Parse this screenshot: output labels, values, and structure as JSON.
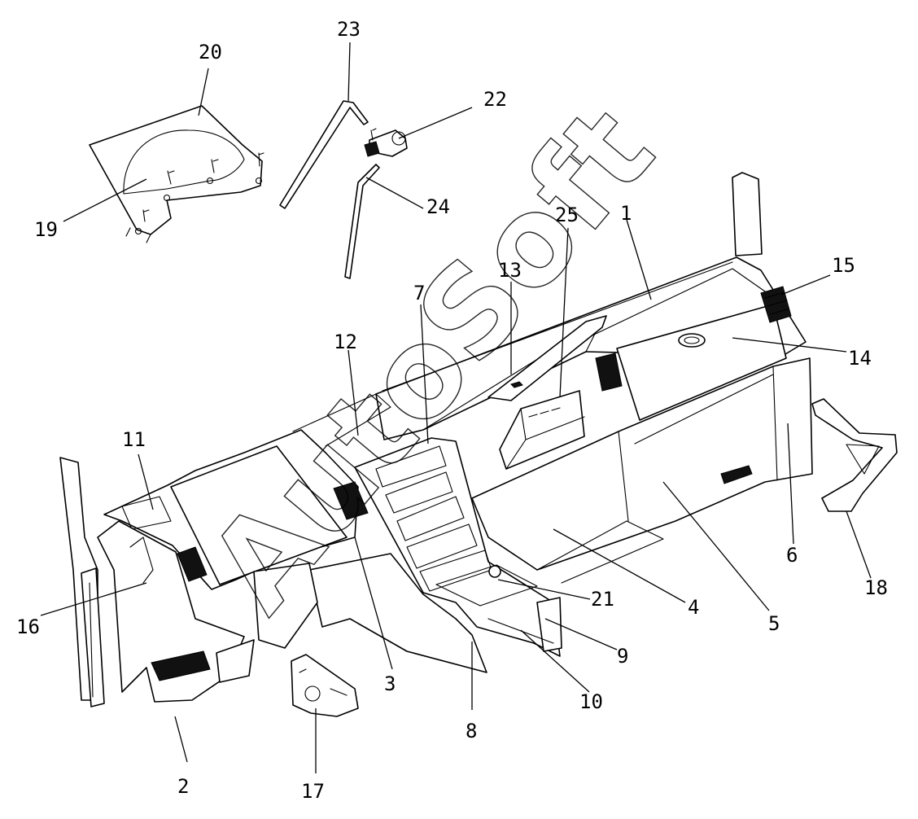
{
  "diagram": {
    "watermark": "AutoSoft",
    "callouts": [
      "1",
      "2",
      "3",
      "4",
      "5",
      "6",
      "7",
      "8",
      "9",
      "10",
      "11",
      "12",
      "13",
      "14",
      "15",
      "16",
      "17",
      "18",
      "19",
      "20",
      "21",
      "22",
      "23",
      "24",
      "25"
    ]
  }
}
